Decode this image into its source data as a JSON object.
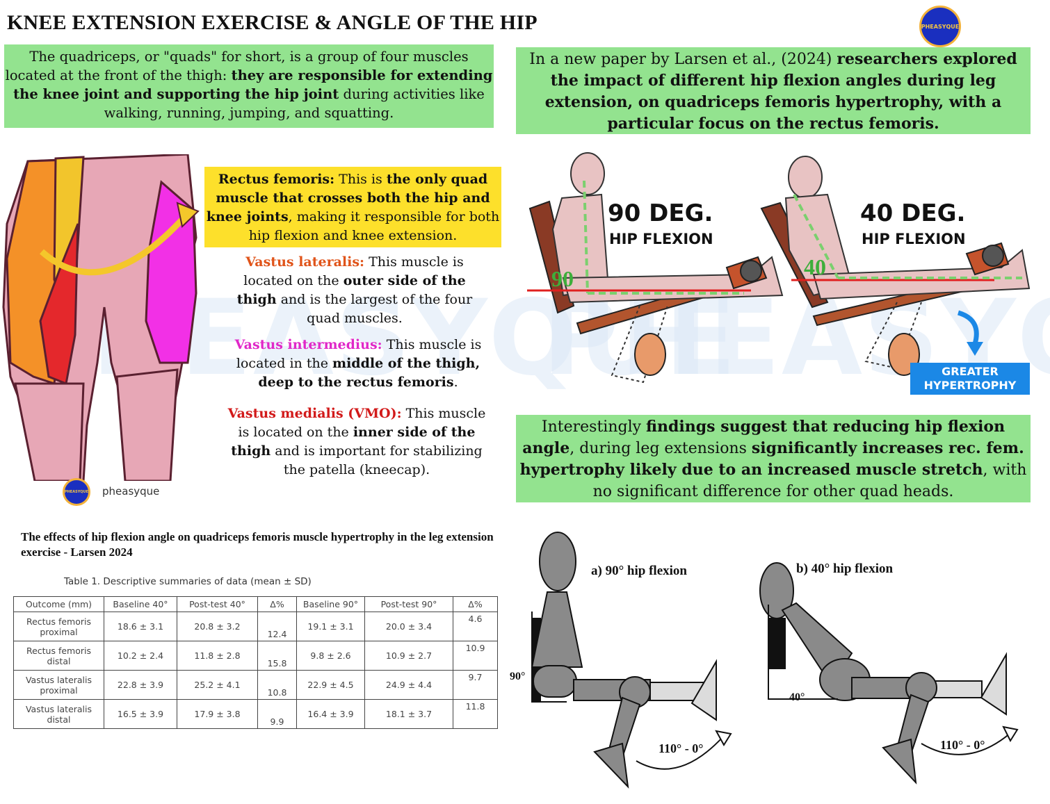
{
  "title": "KNEE EXTENSION EXERCISE & ANGLE OF THE HIP",
  "logo_text": "PHEASYQUE",
  "watermark": "PHEASYQUE",
  "intro": {
    "a": "The quadriceps, or \"quads\" for short, is a group of four muscles located at the front of the thigh: ",
    "b": "they are responsible for extending the knee joint and supporting the hip joint",
    "c": " during activities like walking, running, jumping, and squatting."
  },
  "paper_box": {
    "a": "In a new paper by Larsen et al., (2024) ",
    "b": "researchers explored the impact of different hip flexion angles during leg extension, on quadriceps femoris hypertrophy, with a particular focus on the rectus femoris."
  },
  "rectus": {
    "name": "Rectus femoris:",
    "a": " This is ",
    "b": "the only quad muscle that crosses both the hip and knee joints",
    "c": ", making it responsible for both hip flexion and knee extension."
  },
  "lateralis": {
    "name": "Vastus lateralis:",
    "a": " This muscle is located on the ",
    "b": "outer side of the thigh",
    "c": " and is the largest of the four quad muscles."
  },
  "intermedius": {
    "name": "Vastus intermedius:",
    "a": " This muscle is located in the ",
    "b": "middle of the thigh, deep to the rectus femoris",
    "c": "."
  },
  "medialis": {
    "name": "Vastus medialis (VMO):",
    "a": " This muscle is located on the ",
    "b": "inner side of the thigh",
    "c": " and is important for stabilizing the patella (kneecap)."
  },
  "handle": "pheasyque",
  "figure_left": {
    "angle_label": "90",
    "line1": "90 DEG.",
    "line2": "HIP FLEXION"
  },
  "figure_right": {
    "angle_label": "40",
    "line1": "40 DEG.",
    "line2": "HIP FLEXION"
  },
  "badge": {
    "line1": "GREATER",
    "line2": "HYPERTROPHY"
  },
  "findings": {
    "a": "Interestingly ",
    "b": "findings suggest that reducing hip flexion angle",
    "c": ", during leg extensions ",
    "d": "significantly increases rec. fem. hypertrophy likely due to an increased muscle stretch",
    "e": ", with no significant difference for other quad heads."
  },
  "paper_title": "The effects of hip flexion angle on quadriceps femoris muscle hypertrophy in the leg extension exercise - Larsen 2024",
  "table": {
    "caption": "Table 1. Descriptive summaries of data (mean ± SD)",
    "headers": [
      "Outcome (mm)",
      "Baseline 40°",
      "Post-test 40°",
      "Δ%",
      "Baseline 90°",
      "Post-test 90°",
      "Δ%"
    ],
    "rows": [
      {
        "outcome_1": "Rectus femoris",
        "outcome_2": "proximal",
        "b40": "18.6 ± 3.1",
        "p40": "20.8 ± 3.2",
        "d40": "12.4",
        "b90": "19.1 ± 3.1",
        "p90": "20.0 ± 3.4",
        "d90": "4.6"
      },
      {
        "outcome_1": "Rectus femoris",
        "outcome_2": "distal",
        "b40": "10.2 ± 2.4",
        "p40": "11.8 ± 2.8",
        "d40": "15.8",
        "b90": "9.8 ± 2.6",
        "p90": "10.9 ± 2.7",
        "d90": "10.9"
      },
      {
        "outcome_1": "Vastus lateralis",
        "outcome_2": "proximal",
        "b40": "22.8 ± 3.9",
        "p40": "25.2 ± 4.1",
        "d40": "10.8",
        "b90": "22.9 ± 4.5",
        "p90": "24.9 ± 4.4",
        "d90": "9.7"
      },
      {
        "outcome_1": "Vastus lateralis",
        "outcome_2": "distal",
        "b40": "16.5 ± 3.9",
        "p40": "17.9 ± 3.8",
        "d40": "9.9",
        "b90": "16.4 ± 3.9",
        "p90": "18.1 ± 3.7",
        "d90": "11.8"
      }
    ]
  },
  "diagram_a": {
    "label": "a) 90° hip flexion",
    "angle": "90°",
    "range": "110° - 0°"
  },
  "diagram_b": {
    "label": "b) 40° hip flexion",
    "angle": "40°",
    "range": "110° - 0°"
  }
}
